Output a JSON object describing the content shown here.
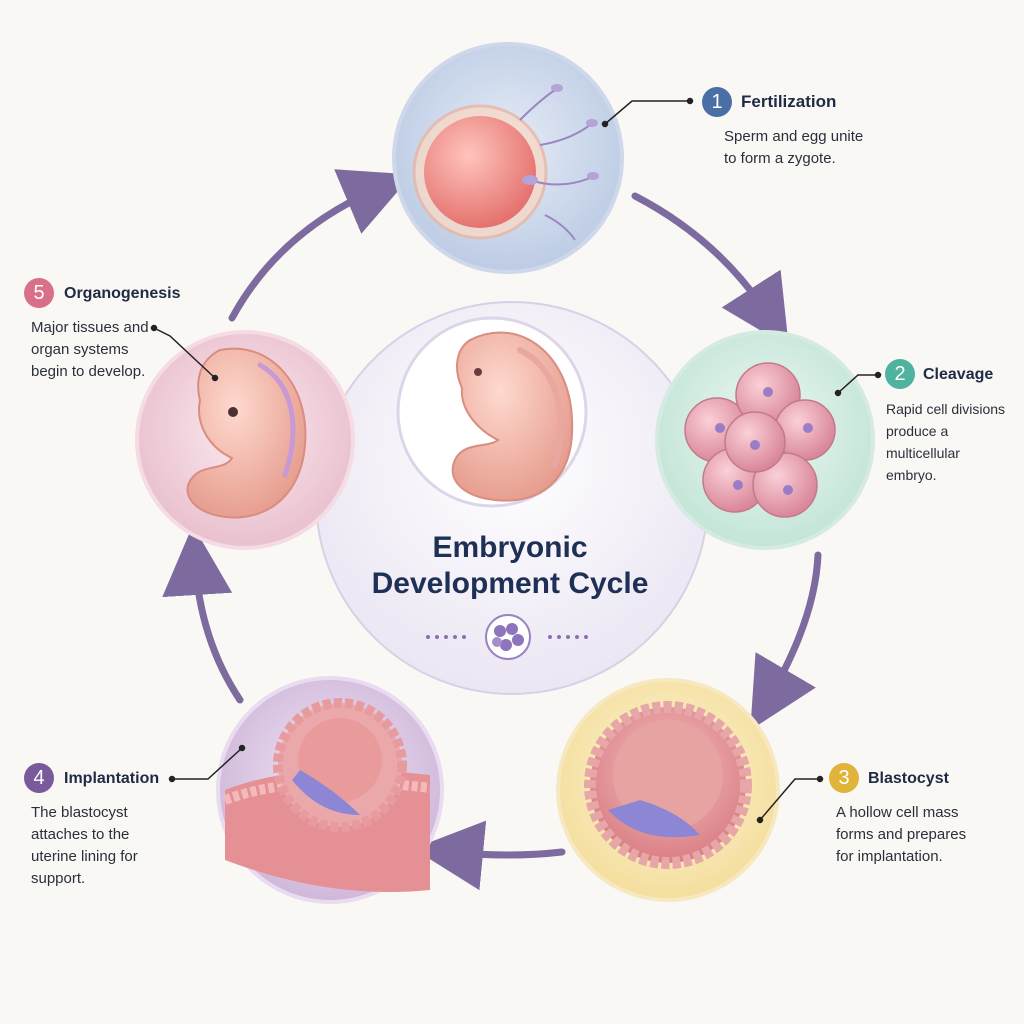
{
  "title": {
    "line1": "Embryonic",
    "line2": "Development Cycle"
  },
  "stages": [
    {
      "number": "1",
      "name": "Fertilization",
      "description": [
        "Sperm and egg unite",
        "to form a zygote."
      ],
      "color": "#4a6fa5"
    },
    {
      "number": "2",
      "name": "Cleavage",
      "description": [
        "Rapid cell divisions",
        "produce a multicellular",
        "embryo."
      ],
      "color": "#4fb3a0"
    },
    {
      "number": "3",
      "name": "Blastocyst",
      "description": [
        "A hollow cell mass",
        "forms and prepares",
        "for implantation."
      ],
      "color": "#e0b43a"
    },
    {
      "number": "4",
      "name": "Implantation",
      "description": [
        "The blastocyst",
        "attaches to the",
        "uterine lining for",
        "support."
      ],
      "color": "#7a5a9a"
    },
    {
      "number": "5",
      "name": "Organogenesis",
      "description": [
        "Major tissues and",
        "organ systems",
        "begin to develop."
      ],
      "color": "#d9708a"
    }
  ],
  "colors": {
    "arrow": "#7d6a9e",
    "title": "#1f3057",
    "background": "#faf8f5"
  }
}
